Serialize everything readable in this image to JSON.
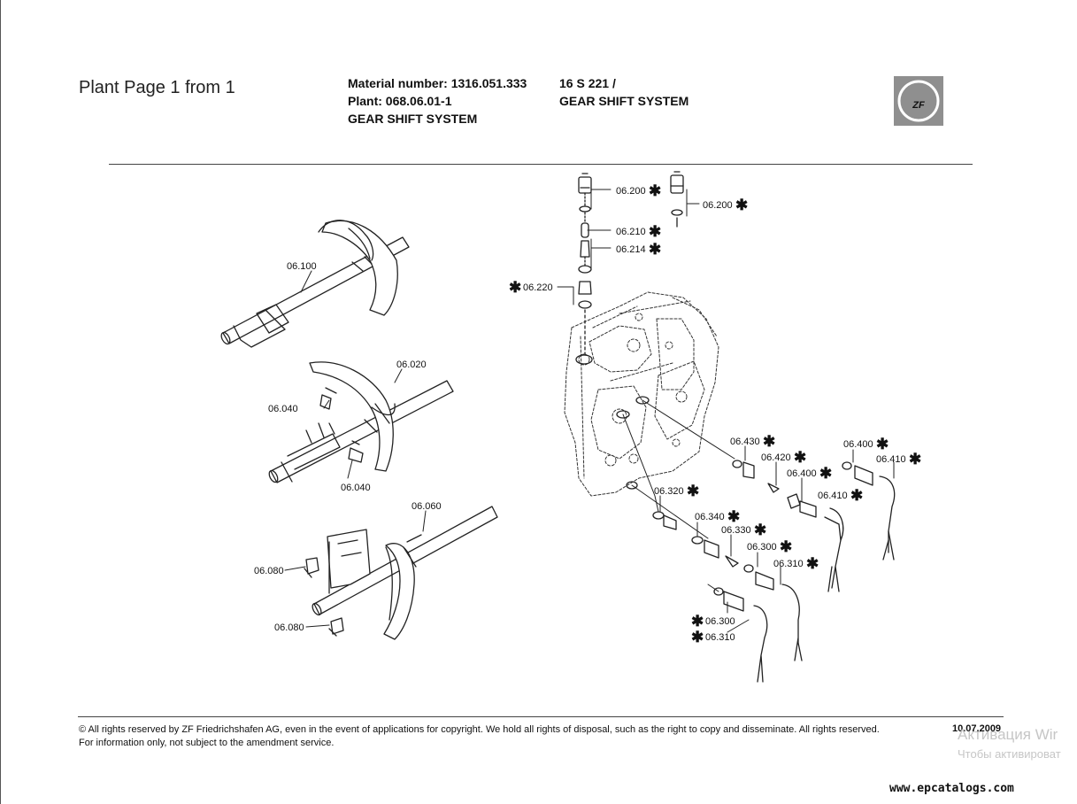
{
  "header": {
    "plant_page": "Plant Page 1 from 1",
    "material_number": "Material number: 1316.051.333",
    "plant": "Plant: 068.06.01-1",
    "system_left": "GEAR SHIFT SYSTEM",
    "model": "16 S 221 /",
    "system_right": "GEAR SHIFT SYSTEM",
    "logo_text": "ZF"
  },
  "callouts": {
    "p06_100": "06.100",
    "p06_020": "06.020",
    "p06_040_a": "06.040",
    "p06_040_b": "06.040",
    "p06_060": "06.060",
    "p06_080_a": "06.080",
    "p06_080_b": "06.080",
    "p06_200_a": "06.200",
    "p06_200_b": "06.200",
    "p06_210": "06.210",
    "p06_214": "06.214",
    "p06_220": "06.220",
    "p06_430": "06.430",
    "p06_420": "06.420",
    "p06_400_a": "06.400",
    "p06_400_b": "06.400",
    "p06_410_a": "06.410",
    "p06_410_b": "06.410",
    "p06_320": "06.320",
    "p06_340": "06.340",
    "p06_330": "06.330",
    "p06_300_a": "06.300",
    "p06_310_a": "06.310",
    "p06_300_b": "06.300",
    "p06_310_b": "06.310",
    "star": "✱"
  },
  "footer": {
    "copyright": "© All rights reserved by ZF Friedrichshafen AG, even in the event of applications for copyright. We hold all rights of disposal, such as the right to copy and disseminate. All rights reserved.",
    "info": "For information only, not subject to the amendment service.",
    "date": "10.07.2009",
    "watermark_line1": "Активация Wir",
    "watermark_line2": "Чтобы активироват",
    "website": "www.epcatalogs.com"
  }
}
